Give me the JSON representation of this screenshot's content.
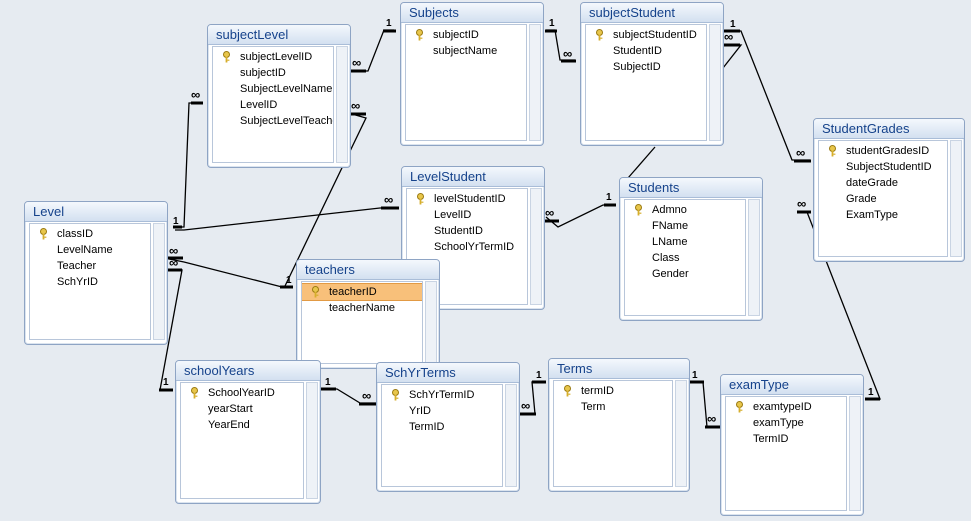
{
  "tables": {
    "subjectLevel": {
      "title": "subjectLevel",
      "fields": [
        "subjectLevelID",
        "subjectID",
        "SubjectLevelName",
        "LevelID",
        "SubjectLevelTeacher"
      ]
    },
    "Subjects": {
      "title": "Subjects",
      "fields": [
        "subjectID",
        "subjectName"
      ]
    },
    "subjectStudent": {
      "title": "subjectStudent",
      "fields": [
        "subjectStudentID",
        "StudentID",
        "SubjectID"
      ]
    },
    "StudentGrades": {
      "title": "StudentGrades",
      "fields": [
        "studentGradesID",
        "SubjectStudentID",
        "dateGrade",
        "Grade",
        "ExamType"
      ]
    },
    "Level": {
      "title": "Level",
      "fields": [
        "classID",
        "LevelName",
        "Teacher",
        "SchYrID"
      ]
    },
    "LevelStudent": {
      "title": "LevelStudent",
      "fields": [
        "levelStudentID",
        "LevelID",
        "StudentID",
        "SchoolYrTermID"
      ]
    },
    "Students": {
      "title": "Students",
      "fields": [
        "Admno",
        "FName",
        "LName",
        "Class",
        "Gender"
      ]
    },
    "teachers": {
      "title": "teachers",
      "fields": [
        "teacherID",
        "teacherName"
      ]
    },
    "schoolYears": {
      "title": "schoolYears",
      "fields": [
        "SchoolYearID",
        "yearStart",
        "YearEnd"
      ]
    },
    "SchYrTerms": {
      "title": "SchYrTerms",
      "fields": [
        "SchYrTermID",
        "YrID",
        "TermID"
      ]
    },
    "Terms": {
      "title": "Terms",
      "fields": [
        "termID",
        "Term"
      ]
    },
    "examType": {
      "title": "examType",
      "fields": [
        "examtypeID",
        "examType",
        "TermID"
      ]
    }
  },
  "cardinality": {
    "one": "1",
    "many": "∞"
  },
  "colors": {
    "background": "#e6ebf1",
    "title_text": "#15428b",
    "selected_field": "#f8c07a",
    "line": "#000000"
  }
}
